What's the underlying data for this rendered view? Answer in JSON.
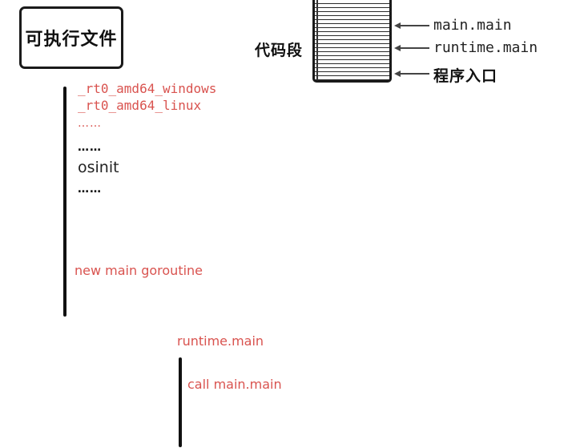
{
  "executable": {
    "title": "可执行文件"
  },
  "code_segment": {
    "label": "代码段",
    "annotations": [
      "main.main",
      "runtime.main",
      "程序入口"
    ]
  },
  "bootstrap": {
    "windows_entry": "_rt0_amd64_windows",
    "linux_entry": "_rt0_amd64_linux",
    "ellipsis_red": "……",
    "ellipsis_1": "……",
    "osinit": "osinit",
    "ellipsis_2": "……",
    "new_goroutine": "new main goroutine"
  },
  "runtime_main": {
    "title": "runtime.main",
    "call": "call main.main"
  }
}
